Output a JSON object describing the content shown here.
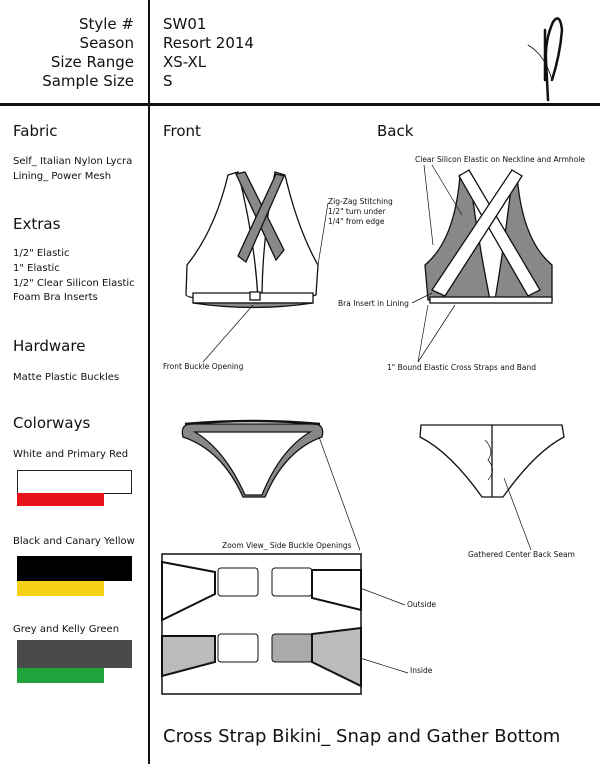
{
  "header": {
    "fields": [
      {
        "label": "Style #",
        "value": "SW01"
      },
      {
        "label": "Season",
        "value": "Resort 2014"
      },
      {
        "label": "Size Range",
        "value": "XS-XL"
      },
      {
        "label": "Sample Size",
        "value": "S"
      }
    ],
    "logo": "signature-logo"
  },
  "sidebar": {
    "fabric": {
      "heading": "Fabric",
      "items": [
        "Self_ Italian Nylon Lycra",
        "Lining_ Power Mesh"
      ]
    },
    "extras": {
      "heading": "Extras",
      "items": [
        "1/2\" Elastic",
        "1\" Elastic",
        "1/2\" Clear Silicon Elastic",
        "Foam Bra Inserts"
      ]
    },
    "hardware": {
      "heading": "Hardware",
      "items": [
        "Matte Plastic Buckles"
      ]
    },
    "colorways": {
      "heading": "Colorways",
      "items": [
        {
          "name": "White and Primary Red",
          "main": "#ffffff",
          "accent": "#e8131b"
        },
        {
          "name": "Black and Canary Yellow",
          "main": "#000000",
          "accent": "#f7d117"
        },
        {
          "name": "Grey and Kelly Green",
          "main": "#4a4a4a",
          "accent": "#1fa43c"
        }
      ]
    }
  },
  "views": {
    "front": "Front",
    "back": "Back"
  },
  "notes": {
    "zigzag": [
      "Zig-Zag Stitching",
      "1/2\" turn under",
      "1/4\" from edge"
    ],
    "front_buckle": "Front Buckle Opening",
    "clear_silicon": "Clear Silicon Elastic on Neckline and Armhole",
    "bra_insert": "Bra Insert in Lining",
    "bound_elastic": "1\" Bound Elastic Cross Straps and Band",
    "gathered": "Gathered Center Back Seam",
    "zoom_view": "Zoom View_ Side Buckle Openings",
    "outside": "Outside",
    "inside": "Inside"
  },
  "footer": {
    "title": "Cross Strap Bikini_ Snap and Gather Bottom"
  }
}
